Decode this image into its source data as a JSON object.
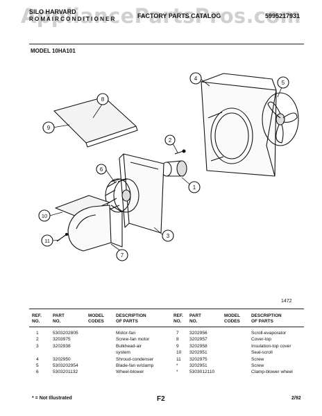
{
  "header": {
    "brand_line1": "SILO HARVARD",
    "brand_line2": "R O M A I R C O N D I T I O N E R",
    "catalog_title": "FACTORY PARTS CATALOG",
    "catalog_number": "5995217931",
    "watermark": "AppliancePartsPros.com",
    "model_label": "MODEL 10HA101"
  },
  "diagram": {
    "callouts": [
      "1",
      "2",
      "3",
      "4",
      "5",
      "6",
      "7",
      "8",
      "9",
      "10",
      "11"
    ],
    "figure_number": "1472"
  },
  "table": {
    "headers": {
      "ref_a": "REF.",
      "ref_b": "NO.",
      "part_a": "PART",
      "part_b": "NO.",
      "model_a": "MODEL",
      "model_b": "CODES",
      "desc_a": "DESCRIPTION",
      "desc_b": "OF PARTS"
    },
    "left_rows": [
      {
        "ref": "1",
        "part": "5303202805",
        "desc": "Motor-fan"
      },
      {
        "ref": "2",
        "part": "3203975",
        "desc": "Screw-fan motor"
      },
      {
        "ref": "3",
        "part": "3202938",
        "desc": "Bulkhead-air"
      },
      {
        "ref": "",
        "part": "",
        "desc": "system"
      },
      {
        "ref": "4",
        "part": "3202950",
        "desc": "Shroud-condenser"
      },
      {
        "ref": "5",
        "part": "5303202954",
        "desc": "Blade-fan w/clamp"
      },
      {
        "ref": "6",
        "part": "5303201132",
        "desc": "Wheel-blower"
      }
    ],
    "right_rows": [
      {
        "ref": "7",
        "part": "3202956",
        "desc": "Scroll-evaporator"
      },
      {
        "ref": "8",
        "part": "3202957",
        "desc": "Cover-top"
      },
      {
        "ref": "9",
        "part": "3202958",
        "desc": "Insulation-top cover"
      },
      {
        "ref": "10",
        "part": "3202951",
        "desc": "Seal-scroll"
      },
      {
        "ref": "11",
        "part": "3202975",
        "desc": "Screw"
      },
      {
        "ref": "*",
        "part": "3202951",
        "desc": "Screw"
      },
      {
        "ref": "*",
        "part": "5303012110",
        "desc": "Clamp-blower wheel"
      }
    ]
  },
  "footer": {
    "note": "* = Not Illustrated",
    "page": "F2",
    "date": "2/92"
  }
}
